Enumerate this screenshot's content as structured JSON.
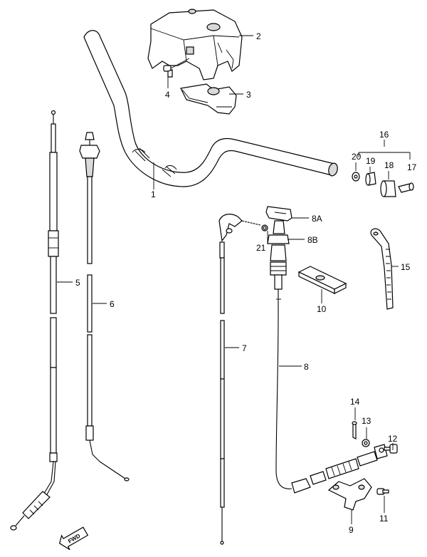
{
  "parts": [
    {
      "id": "p1",
      "ref": "1"
    },
    {
      "id": "p2",
      "ref": "2"
    },
    {
      "id": "p3",
      "ref": "3"
    },
    {
      "id": "p4",
      "ref": "4"
    },
    {
      "id": "p5",
      "ref": "5"
    },
    {
      "id": "p6",
      "ref": "6"
    },
    {
      "id": "p7",
      "ref": "7"
    },
    {
      "id": "p8",
      "ref": "8"
    },
    {
      "id": "p8a",
      "ref": "8A"
    },
    {
      "id": "p8b",
      "ref": "8B"
    },
    {
      "id": "p9",
      "ref": "9"
    },
    {
      "id": "p10",
      "ref": "10"
    },
    {
      "id": "p11",
      "ref": "11"
    },
    {
      "id": "p12",
      "ref": "12"
    },
    {
      "id": "p13",
      "ref": "13"
    },
    {
      "id": "p14",
      "ref": "14"
    },
    {
      "id": "p15",
      "ref": "15"
    },
    {
      "id": "p16",
      "ref": "16"
    },
    {
      "id": "p17",
      "ref": "17"
    },
    {
      "id": "p18",
      "ref": "18"
    },
    {
      "id": "p19",
      "ref": "19"
    },
    {
      "id": "p20",
      "ref": "20"
    },
    {
      "id": "p21",
      "ref": "21"
    }
  ],
  "fwd_label": "FWD"
}
